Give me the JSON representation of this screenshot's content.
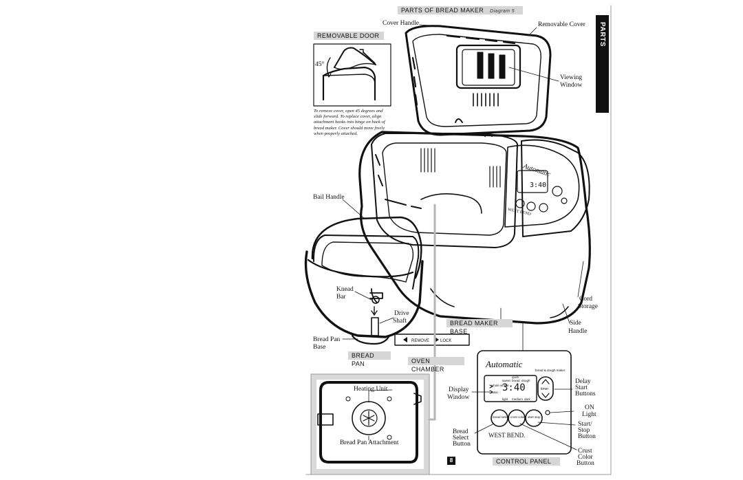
{
  "header": {
    "title": "PARTS OF BREAD MAKER",
    "diagram": "Diagram 5"
  },
  "side_tab": "PARTS",
  "sections": {
    "removable_door": "REMOVABLE DOOR",
    "bread_maker_base": "BREAD MAKER BASE",
    "bread_pan": "BREAD PAN",
    "oven_chamber": "OVEN CHAMBER",
    "control_panel": "CONTROL PANEL"
  },
  "door_angle": "45°",
  "door_note": "To remove cover, open 45 degrees and slide forward. To replace cover, align attachment hooks into hinge on back of bread maker. Cover should move freely when properly attached.",
  "labels": {
    "cover_handle": "Cover Handle",
    "removable_cover": "Removable Cover",
    "viewing": "Viewing",
    "window": "Window",
    "bail_handle": "Bail Handle",
    "knead": "Knead",
    "bar": "Bar",
    "drive": "Drive",
    "shaft": "Shaft",
    "bread_pan": "Bread Pan",
    "base": "Base",
    "cord": "Cord",
    "storage": "Storage",
    "side": "Side",
    "handle": "Handle",
    "heating_unit": "Heating Unit",
    "bread_pan_attachment": "Bread Pan Attachment",
    "display": "Display",
    "display_window": "Window",
    "delay": "Delay",
    "start": "Start",
    "buttons": "Buttons",
    "on": "ON",
    "light": "Light",
    "start_slash": "Start/",
    "stop": "Stop",
    "button": "Button",
    "bread": "Bread",
    "select": "Select",
    "bread_button": "Button",
    "crust": "Crust",
    "color": "Color",
    "crust_button": "Button"
  },
  "remove_lock": {
    "remove": "REMOVE",
    "lock": "LOCK"
  },
  "control_panel_detail": {
    "brand": "Automatic",
    "sub": "bread & dough maker",
    "time": "3:40",
    "modes": [
      "quick",
      "sweet",
      "bread",
      "dough"
    ],
    "side_modes": [
      "whole wheat",
      "basic"
    ],
    "crust_levels": [
      "light",
      "medium",
      "dark"
    ],
    "timer": "timer",
    "btn_bread": "bread select",
    "btn_crust": "crust color",
    "btn_start": "start stop",
    "maker": "WEST BEND."
  },
  "machine_panel": {
    "brand": "Automatic",
    "time": "3:40",
    "maker": "WEST BEND"
  },
  "page_number": "8"
}
